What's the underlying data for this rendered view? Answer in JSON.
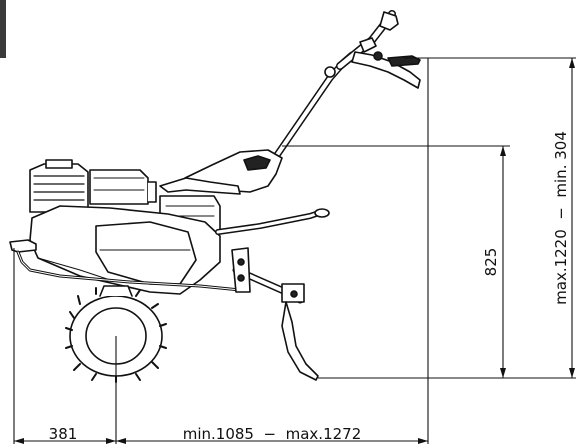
{
  "diagram": {
    "dimensions": {
      "front_overhang": "381",
      "length": "min.1085  −  max.1272",
      "handle_height": "825",
      "max_height": "max.1220  −  min. 304"
    }
  }
}
